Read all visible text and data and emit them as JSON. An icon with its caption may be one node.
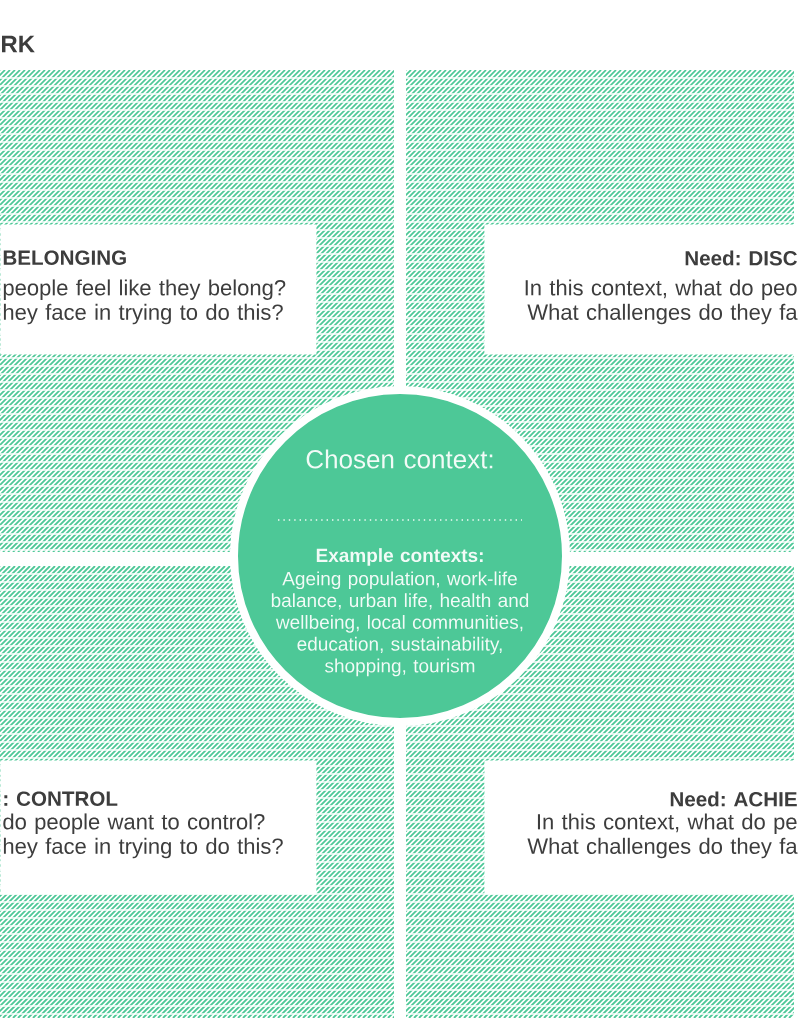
{
  "diagram": {
    "title": "RK",
    "nodes": [
      {
        "text": [
          "BELONGING",
          "people feel like they belong? hey face in trying to do this?"
        ]
      },
      {
        "text": [
          "Need: DISC",
          "In this context, what do peo What challenges do they fa"
        ]
      },
      {
        "text": [
          "Chosen context:",
          "Example contexts:",
          "Ageing population, work-life balance, urban life, health and wellbeing, local communities, education, sustainability, shopping, tourism"
        ]
      },
      {
        "text": [
          ": CONTROL",
          "do people want to control? hey face in trying to do this?"
        ]
      },
      {
        "text": [
          "Need: ACHIE",
          "In this context, what do pe What challenges do they fa"
        ]
      }
    ]
  }
}
